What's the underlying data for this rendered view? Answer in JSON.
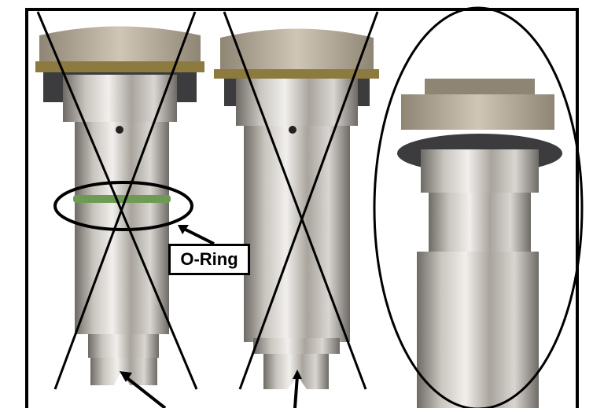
{
  "image": {
    "description": "Photo of three threaded valve/plunger parts; the left two are crossed out with X marks, the right one is circled as the correct part",
    "callouts": {
      "oring_label": "O-Ring"
    },
    "parts": [
      {
        "position": "left",
        "status": "crossed-out",
        "feature": "green O-ring groove, notched tip"
      },
      {
        "position": "middle",
        "status": "crossed-out",
        "feature": "flat-slot tip"
      },
      {
        "position": "right",
        "status": "circled",
        "feature": "plain cylindrical body"
      }
    ],
    "colors": {
      "metal_light": "#d9d6d2",
      "metal_mid": "#a9a49d",
      "metal_dark": "#6e6a65",
      "nut": "#b9ae9c",
      "brass_ring": "#8c7a3e",
      "oring": "#6f9a54",
      "ink": "#000000"
    }
  }
}
